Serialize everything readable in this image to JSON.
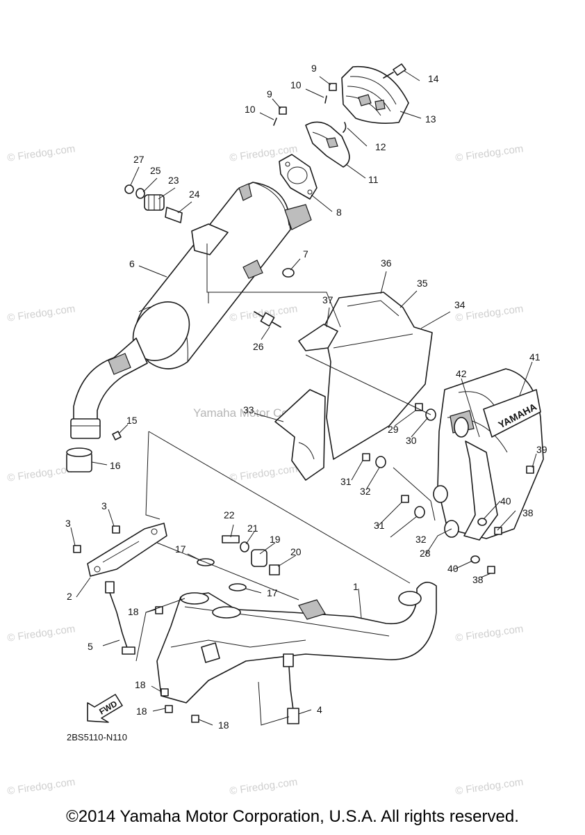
{
  "watermark": "© Firedog.com",
  "center_watermark": "Yamaha Motor Corp. U.S.A.",
  "diagram_code": "2BS5110-N110",
  "fwd_label": "FWD",
  "muffler_brand": "YAMAHA",
  "copyright": "©2014 Yamaha Motor Corporation, U.S.A. All rights reserved.",
  "callouts": [
    "9",
    "14",
    "10",
    "9",
    "13",
    "10",
    "12",
    "11",
    "27",
    "25",
    "23",
    "24",
    "8",
    "6",
    "7",
    "36",
    "35",
    "37",
    "34",
    "26",
    "41",
    "42",
    "33",
    "29",
    "30",
    "15",
    "39",
    "16",
    "31",
    "32",
    "3",
    "40",
    "3",
    "22",
    "21",
    "31",
    "32",
    "38",
    "3",
    "19",
    "17",
    "20",
    "28",
    "40",
    "2",
    "17",
    "38",
    "1",
    "18",
    "5",
    "18",
    "4",
    "18",
    "18"
  ]
}
